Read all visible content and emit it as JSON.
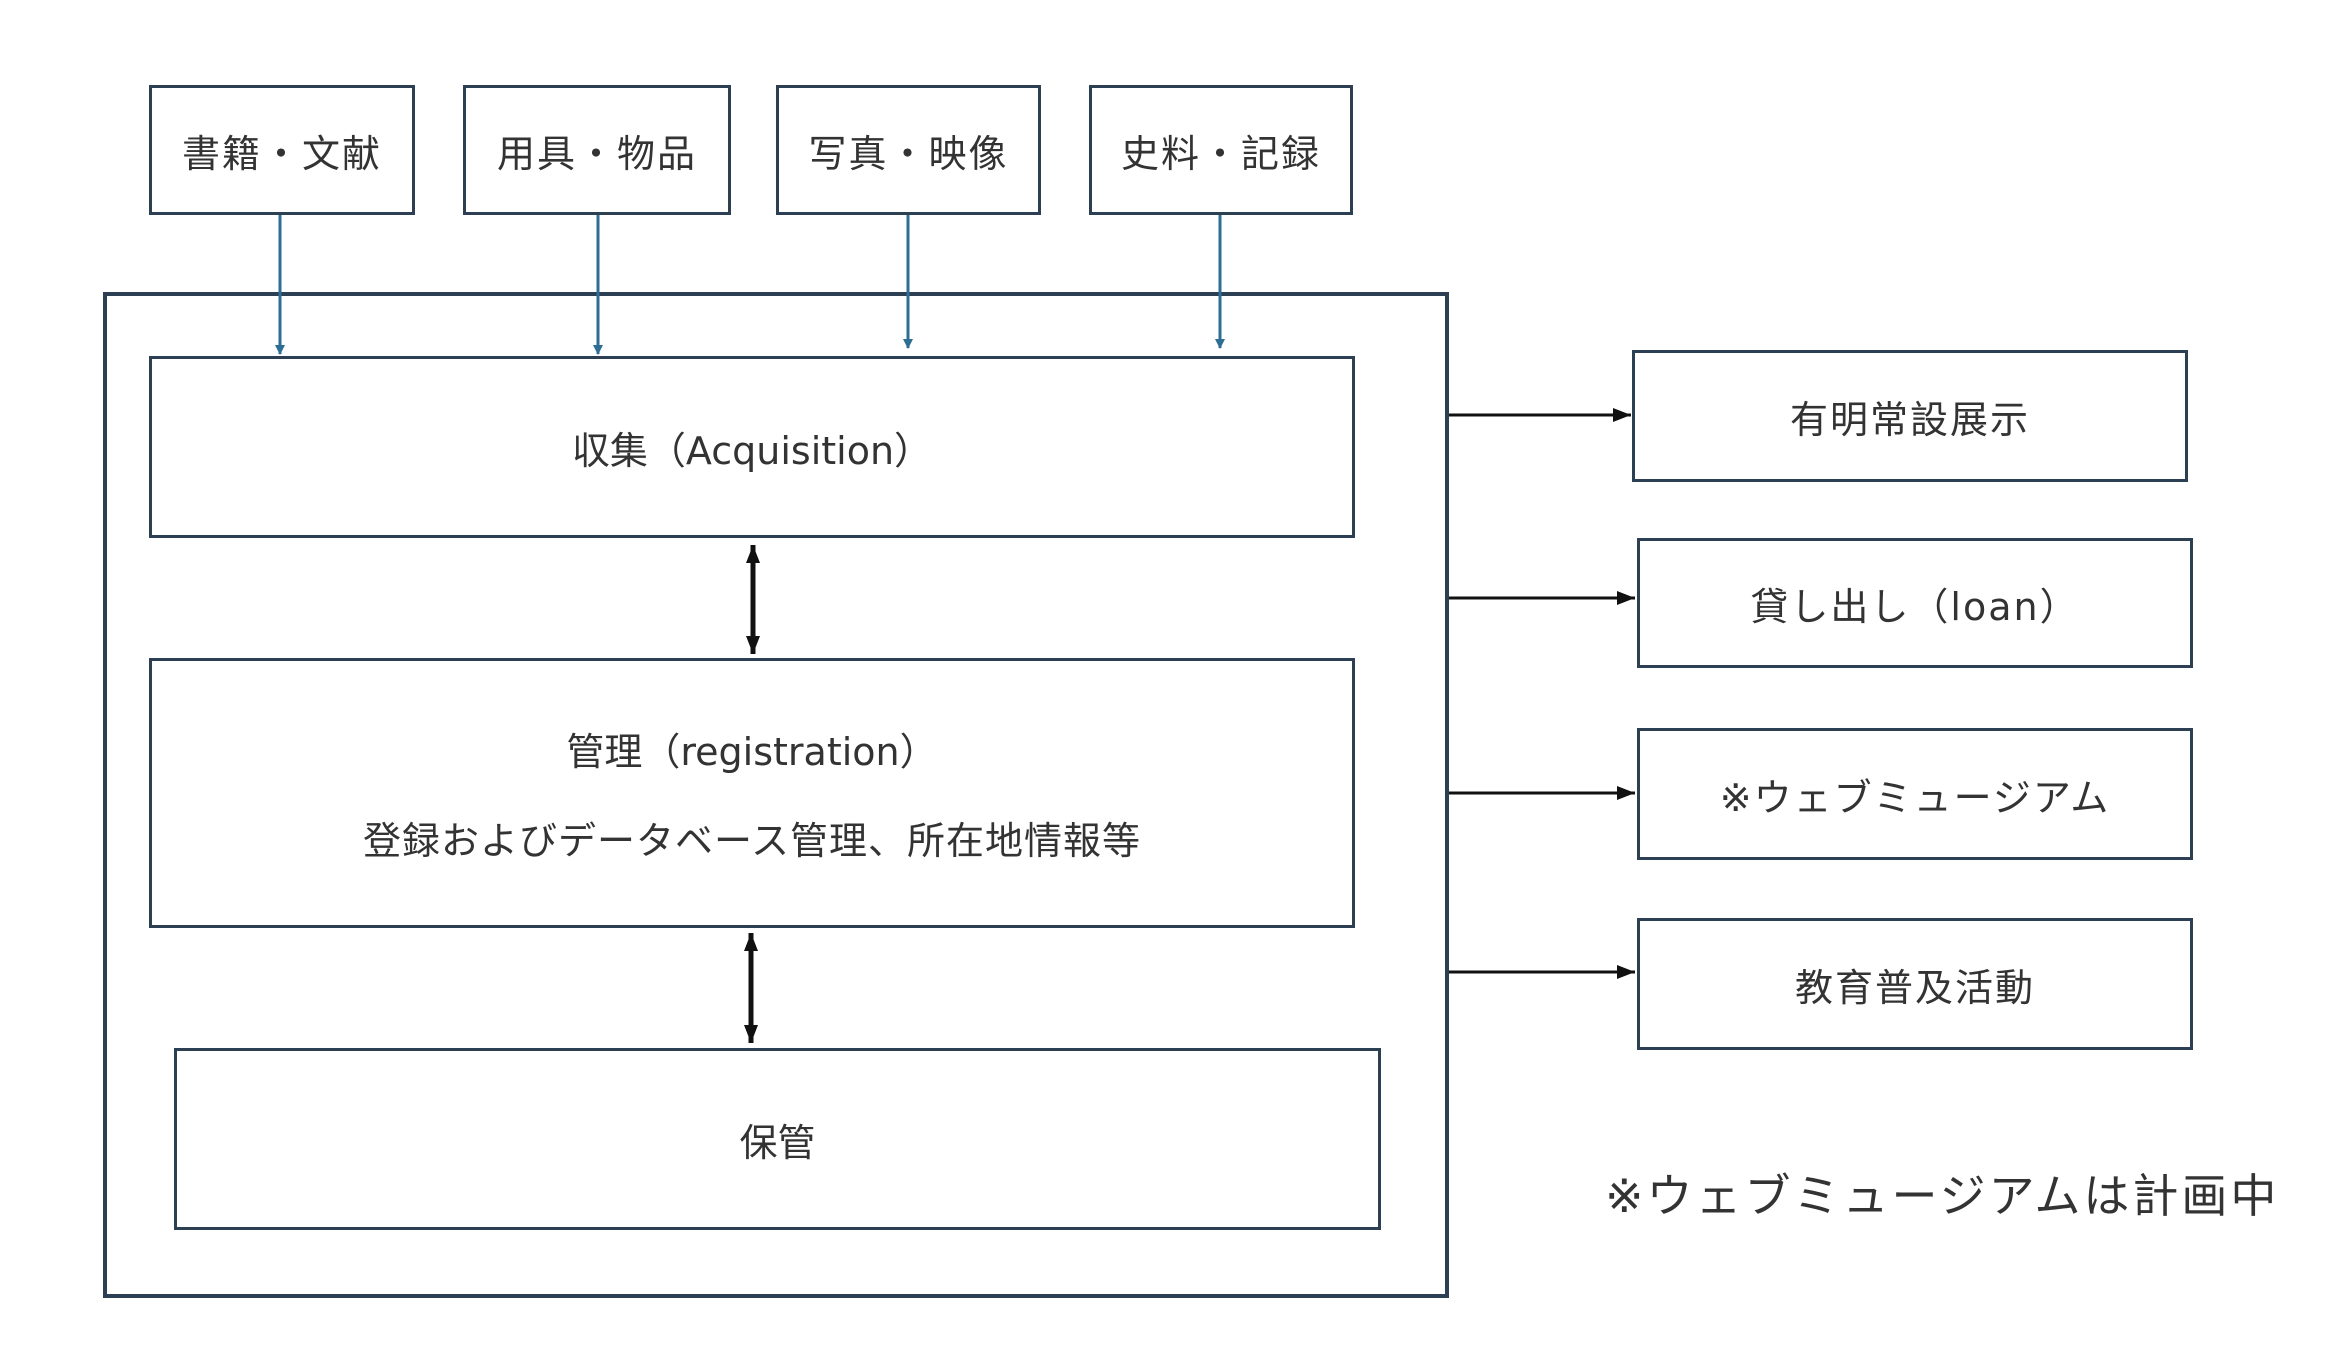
{
  "sources": [
    {
      "label": "書籍・文献"
    },
    {
      "label": "用具・物品"
    },
    {
      "label": "写真・映像"
    },
    {
      "label": "史料・記録"
    }
  ],
  "process": {
    "acquisition": {
      "label": "収集（Acquisition）"
    },
    "management": {
      "title": "管理（registration）",
      "detail": "登録およびデータベース管理、所在地情報等"
    },
    "storage": {
      "label": "保管"
    }
  },
  "outputs": [
    {
      "label": "有明常設展示"
    },
    {
      "label": "貸し出し（loan）"
    },
    {
      "label": "※ウェブミュージアム"
    },
    {
      "label": "教育普及活動"
    }
  ],
  "note": "※ウェブミュージアムは計画中",
  "colors": {
    "box_border": "#2d3f52",
    "source_arrow": "#2f6e94",
    "arrow": "#111111",
    "text": "#333333"
  }
}
